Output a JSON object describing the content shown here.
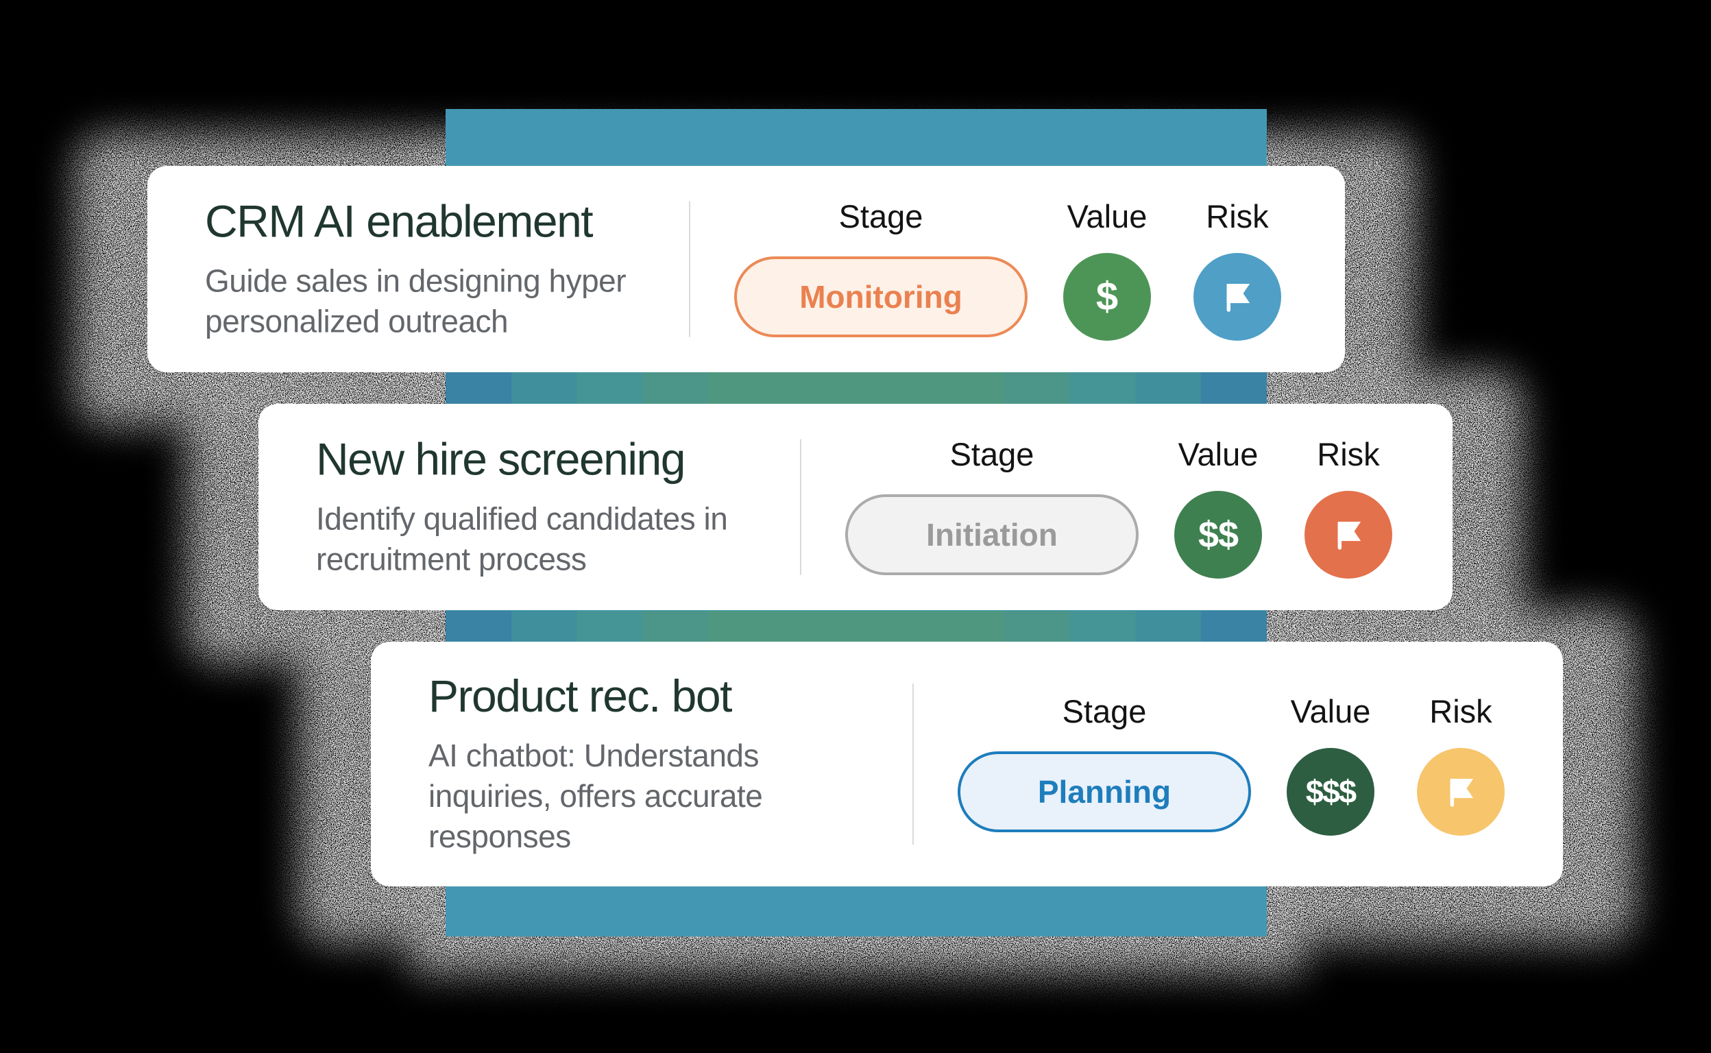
{
  "palette": {
    "background": "#000000",
    "band": "#4497b3",
    "stripe_segments": [
      "#3a83a4",
      "#3f8f9d",
      "#459596",
      "#4b9589",
      "#4f977e"
    ],
    "card_background": "#ffffff",
    "title_color": "#203730",
    "description_color": "#63666a",
    "column_header_color": "#131313",
    "shadow_speckle_color": "#e0e0e0"
  },
  "columns": {
    "stage": "Stage",
    "value": "Value",
    "risk": "Risk"
  },
  "cards": [
    {
      "title": "CRM AI enablement",
      "description_lines": [
        "Guide sales in designing hyper",
        "personalized outreach"
      ],
      "stage": "Monitoring",
      "stage_colors": {
        "border": "#ec8a57",
        "background": "#fdf1e8",
        "text": "#ea8150"
      },
      "value": "$",
      "value_color": "#4d9557",
      "risk_icon": "flag-icon",
      "risk_color": "#4f9fc6"
    },
    {
      "title": "New hire screening",
      "description_lines": [
        "Identify qualified candidates in",
        "recruitment process"
      ],
      "stage": "Initiation",
      "stage_colors": {
        "border": "#ababab",
        "background": "#f2f2f2",
        "text": "#9a9a9a"
      },
      "value": "$$",
      "value_color": "#3f8050",
      "risk_icon": "flag-icon",
      "risk_color": "#e3714b"
    },
    {
      "title": "Product rec. bot",
      "description_lines": [
        "AI chatbot: Understands",
        "inquiries, offers accurate",
        "responses"
      ],
      "stage": "Planning",
      "stage_colors": {
        "border": "#1e7dbc",
        "background": "#e9f1fa",
        "text": "#1e7dbc"
      },
      "value": "$$$",
      "value_color": "#2d5e41",
      "risk_icon": "flag-icon",
      "risk_color": "#f7c56c"
    }
  ]
}
